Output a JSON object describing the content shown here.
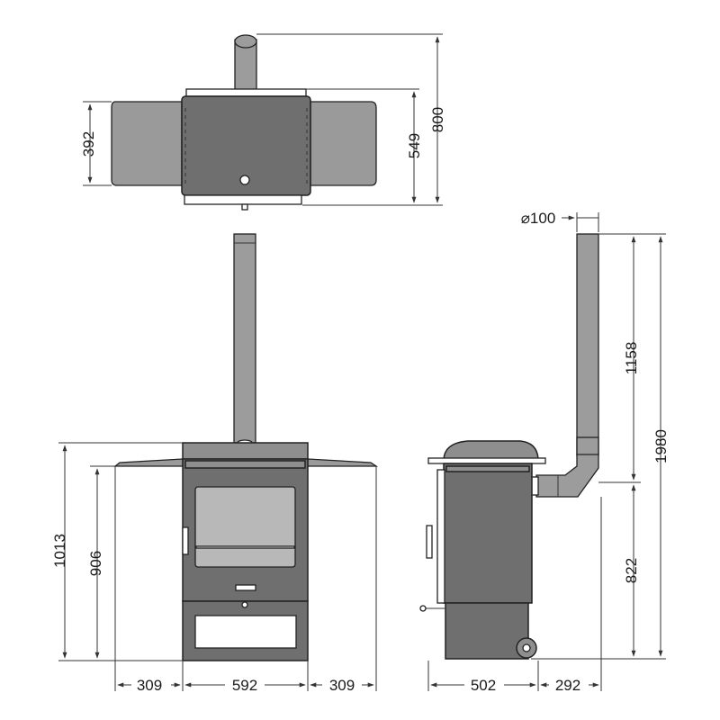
{
  "dimensions": {
    "top_view": {
      "shelf_depth": "392",
      "body_depth": "549",
      "overall_depth": "800"
    },
    "front_view": {
      "overall_height": "1013",
      "shelf_height": "906",
      "shelf_left_width": "309",
      "body_width": "592",
      "shelf_right_width": "309"
    },
    "side_view": {
      "flue_diameter": "⌀100",
      "flue_height": "1158",
      "total_height": "1980",
      "outlet_height": "822",
      "body_depth": "502",
      "outlet_offset": "292"
    }
  }
}
